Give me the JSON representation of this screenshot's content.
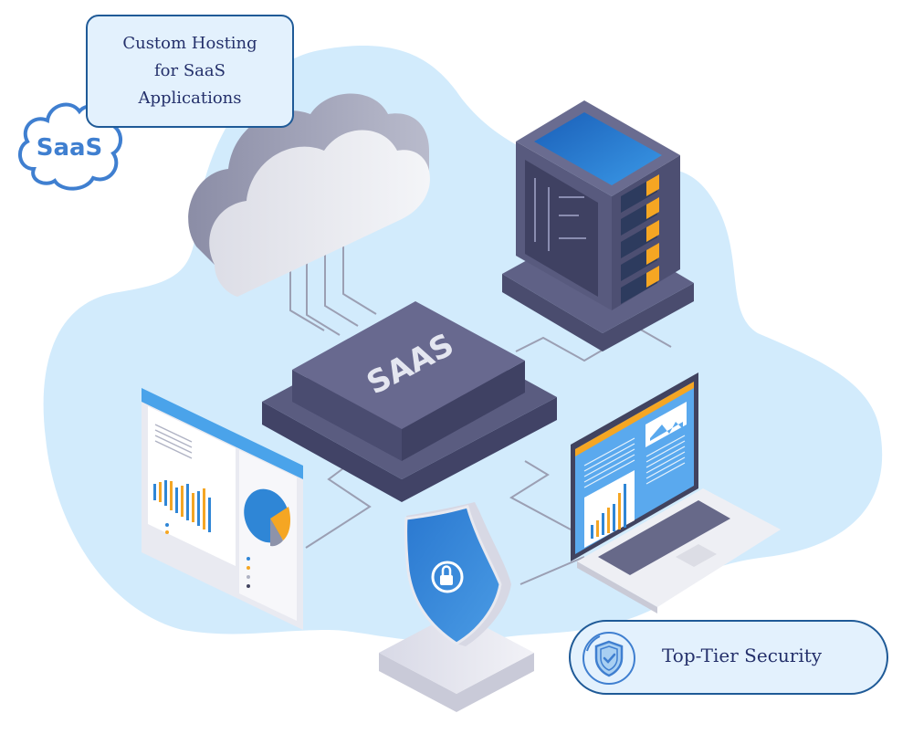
{
  "header": {
    "title_lines": [
      "Custom Hosting",
      "for SaaS",
      "Applications"
    ]
  },
  "badges": {
    "saas_cloud_text": "SaaS",
    "chip_text": "SAAS"
  },
  "feature": {
    "label": "Top-Tier Security",
    "icon": "shield-check-icon"
  },
  "colors": {
    "blob": "#d2ebfc",
    "accent_border": "#1f5a97",
    "label_bg": "#e3f1fd",
    "label_text": "#24306b",
    "icon_blue": "#3f7fd0",
    "server_body": "#5a5c80",
    "orange": "#f5a623"
  },
  "illustration": {
    "items": [
      "cloud",
      "server-rack",
      "saas-chip",
      "dashboard-panel",
      "laptop",
      "security-shield"
    ]
  }
}
